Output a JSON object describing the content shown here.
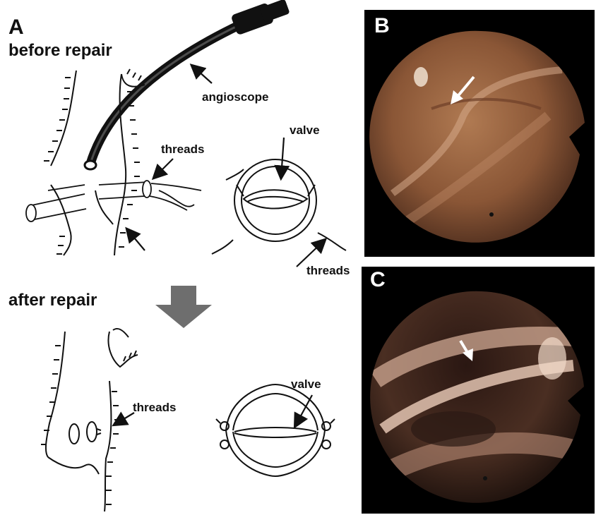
{
  "panel_a": {
    "letter": "A",
    "before_heading": "before repair",
    "after_heading": "after repair",
    "labels": {
      "angioscope": "angioscope",
      "threads_top": "threads",
      "valve_top": "valve",
      "threads_bottom_right": "threads",
      "threads_after": "threads",
      "valve_after": "valve"
    }
  },
  "panel_b": {
    "letter": "B"
  },
  "panel_c": {
    "letter": "C"
  },
  "colors": {
    "line": "#111111",
    "arrow_block": "#6e6e6e",
    "photo_b_tone": "#8a5636",
    "photo_c_tone": "#4a2e22"
  }
}
